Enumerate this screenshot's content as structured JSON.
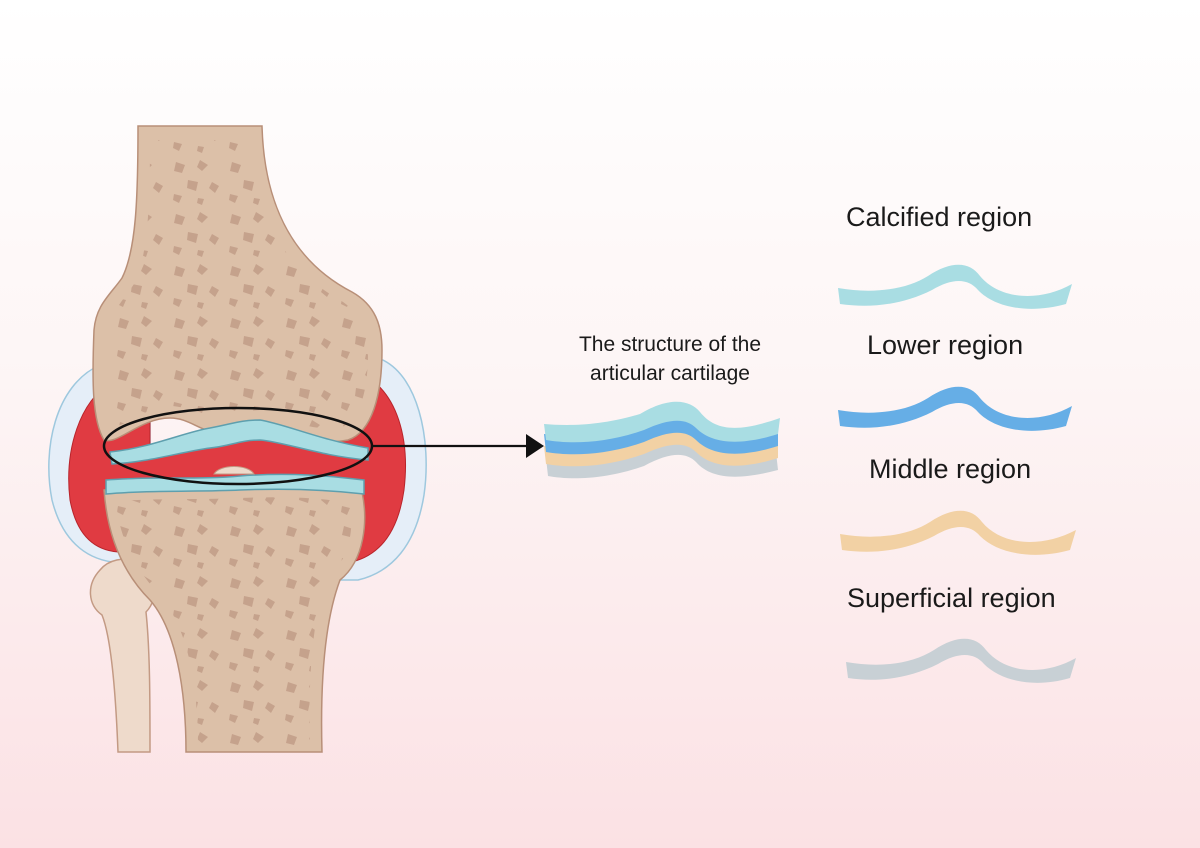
{
  "structure_title": {
    "line1": "The structure of the",
    "line2": "articular cartilage"
  },
  "regions": [
    {
      "label": "Calcified region",
      "color": "#a9dde3"
    },
    {
      "label": "Lower region",
      "color": "#66aee6"
    },
    {
      "label": "Middle region",
      "color": "#f2d1a4"
    },
    {
      "label": "Superficial region",
      "color": "#c8d0d5"
    }
  ],
  "colors": {
    "bone": "#dcc0a8",
    "bone_spots": "#bd9883",
    "synovial": "#e03b42",
    "capsule": "#e5eef8",
    "cartilage": "#a9dde3",
    "background_bottom": "#fbe3e5"
  }
}
